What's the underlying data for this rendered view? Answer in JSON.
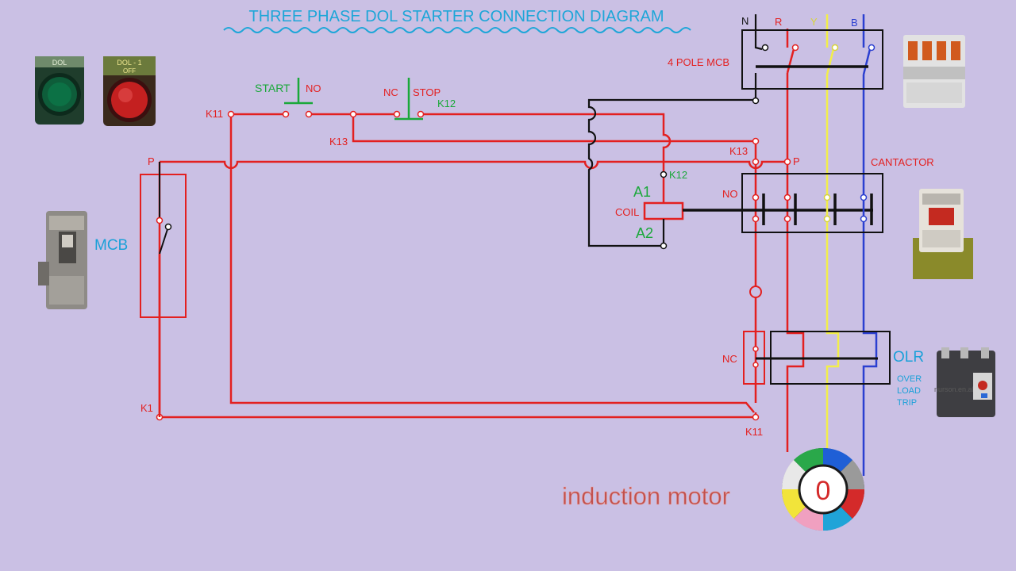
{
  "title": "THREE PHASE DOL STARTER CONNECTION  DIAGRAM",
  "labels": {
    "start": "START",
    "no_push": "NO",
    "nc_push": "NC",
    "stop": "STOP",
    "k11_top": "K11",
    "k12_top": "K12",
    "k13_left": "K13",
    "k13_right": "K13",
    "k12_coil": "K12",
    "p_left": "P",
    "p_right": "P",
    "k1": "K1",
    "k11_bottom": "K11",
    "a1": "A1",
    "a2": "A2",
    "coil": "COIL",
    "no_contactor": "NO",
    "nc_olr": "NC",
    "mcb": "MCB",
    "four_pole_mcb": "4 POLE MCB",
    "cantactor": "CANTACTOR",
    "olr": "OLR",
    "olr_line1": "OVER",
    "olr_line2": "LOAD",
    "olr_line3": "TRIP",
    "phase_n": "N",
    "phase_r": "R",
    "phase_y": "Y",
    "phase_b": "B",
    "motor": "induction motor",
    "motor_symbol": "0",
    "watermark": "nurson.en.al",
    "btn_green_label": "DOL",
    "btn_red_line1": "DOL - 1",
    "btn_red_line2": "OFF"
  },
  "colors": {
    "background": "#cac0e4",
    "title": "#1ea6d8",
    "control_wire": "#e32020",
    "neutral_wire": "#111111",
    "y_phase": "#f2ee4a",
    "b_phase": "#2b3fd0",
    "push_button": "#1aa83a",
    "label_red": "#e32020",
    "label_green": "#1aa83a",
    "label_cyan": "#1aa0d8",
    "motor_text": "#c0504d"
  },
  "icons": {
    "green_button": "green-push-button-icon",
    "red_button": "red-push-button-icon",
    "mcb_device": "single-pole-mcb-icon",
    "four_pole_mcb_device": "four-pole-mcb-icon",
    "contactor_device": "contactor-icon",
    "olr_device": "overload-relay-icon",
    "motor": "induction-motor-icon"
  }
}
